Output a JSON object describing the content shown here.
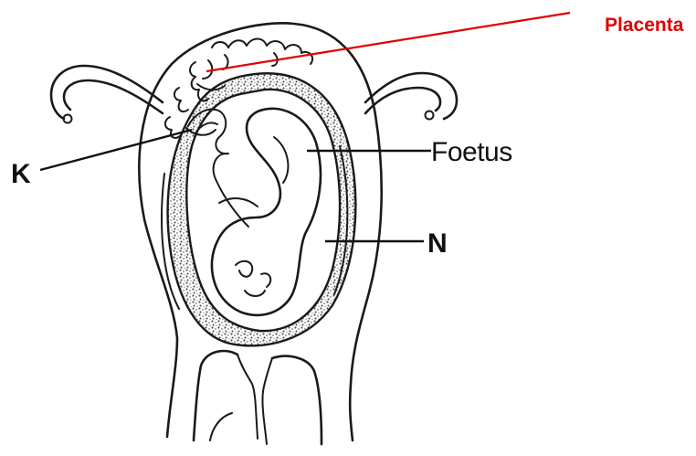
{
  "labels": {
    "placenta": "Placenta",
    "foetus": "Foetus",
    "k": "K",
    "n": "N"
  },
  "colors": {
    "placenta_label": "#e00000",
    "placenta_pointer": "#e00000",
    "line_art": "#1a1a1a",
    "stipple_fill": "#9a9a9a"
  }
}
